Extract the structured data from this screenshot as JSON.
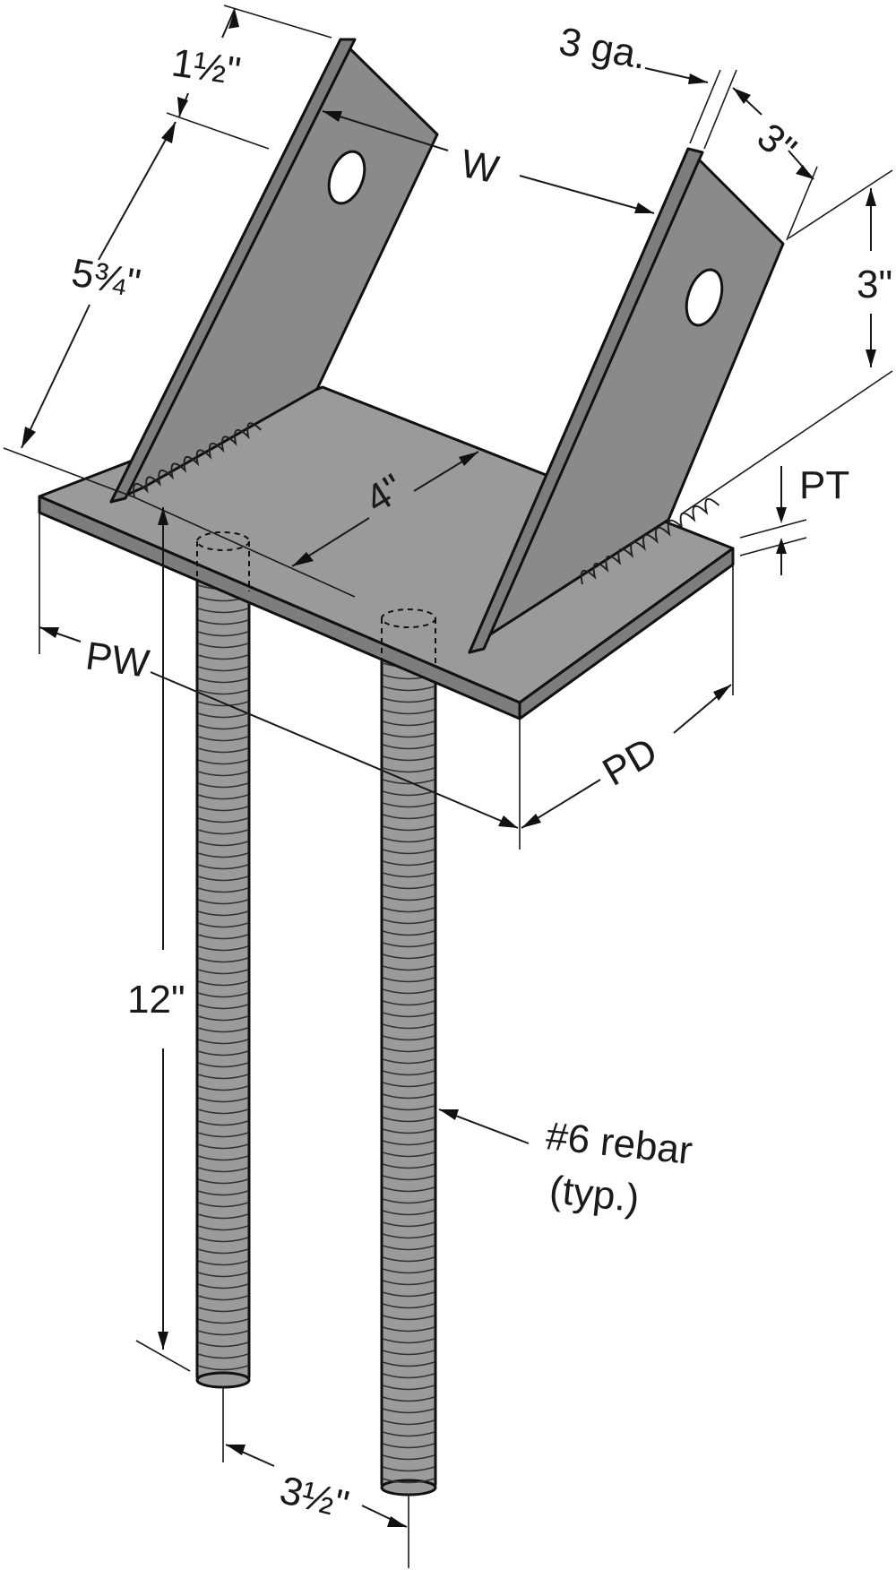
{
  "labels": {
    "thickness_in": "1½\"",
    "gauge": "3 ga.",
    "side_depth": "3\"",
    "height_right": "3\"",
    "width_symbol": "W",
    "length_slot": "5¾\"",
    "inner_dim": "4\"",
    "plate_thickness": "PT",
    "plate_width": "PW",
    "plate_depth": "PD",
    "rod_length": "12\"",
    "rebar_line1": "#6 rebar",
    "rebar_line2": "(typ.)",
    "rod_spacing": "3½\""
  },
  "colors": {
    "steel": "#9a9a9a",
    "steel_dark": "#7d7d7d",
    "line": "#111111",
    "background": "#ffffff"
  }
}
